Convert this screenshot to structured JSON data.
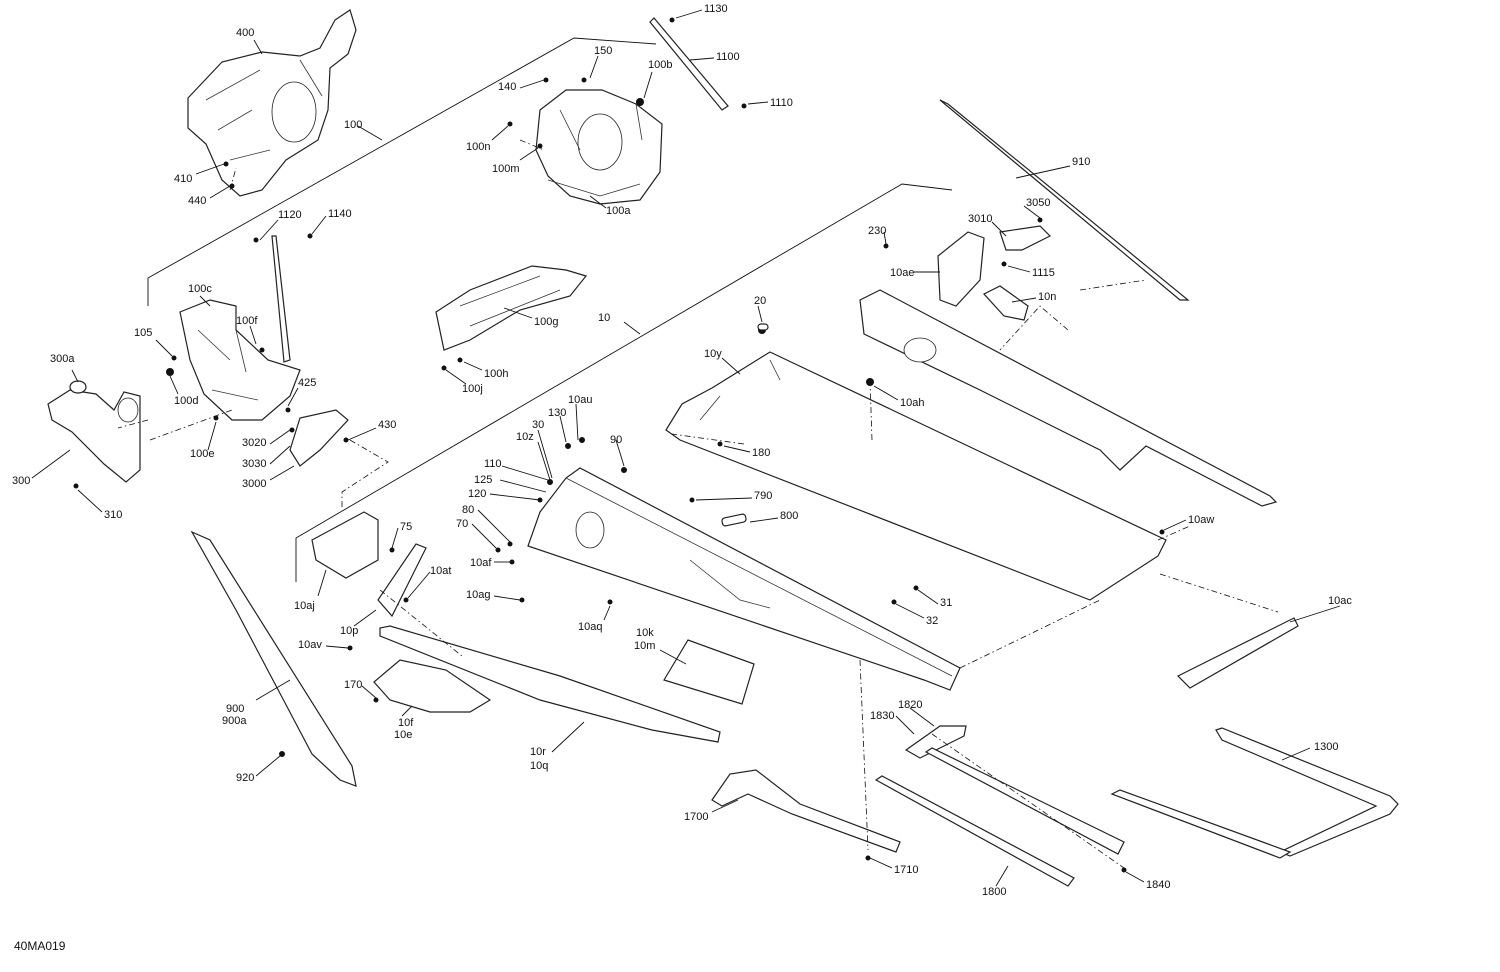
{
  "diagram_code": "40MA019",
  "callouts": [
    "1130",
    "1100",
    "1110",
    "150",
    "100b",
    "140",
    "100n",
    "100m",
    "100a",
    "400",
    "100",
    "410",
    "440",
    "1120",
    "1140",
    "100c",
    "100f",
    "105",
    "100d",
    "300a",
    "425",
    "3020",
    "3030",
    "3000",
    "430",
    "100e",
    "300",
    "310",
    "100g",
    "100h",
    "100j",
    "10",
    "20",
    "10y",
    "10ah",
    "180",
    "910",
    "3050",
    "3010",
    "230",
    "1115",
    "10ae",
    "10n",
    "10au",
    "130",
    "30",
    "10z",
    "90",
    "110",
    "125",
    "120",
    "80",
    "70",
    "10af",
    "10ag",
    "790",
    "800",
    "10aq",
    "75",
    "10at",
    "10aj",
    "10p",
    "10av",
    "170",
    "10f",
    "10e",
    "900",
    "900a",
    "920",
    "10k",
    "10m",
    "10r",
    "10q",
    "31",
    "32",
    "10aw",
    "10ac",
    "1830",
    "1820",
    "1700",
    "1710",
    "1800",
    "1840",
    "1300"
  ]
}
